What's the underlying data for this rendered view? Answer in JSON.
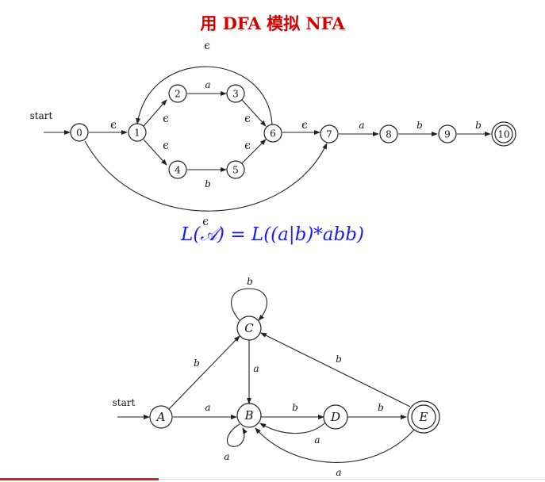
{
  "title": "用 DFA 模拟 NFA",
  "formula": "L(𝒜) = L((a|b)*abb)",
  "nfa": {
    "start_label": "start",
    "eps": "ϵ",
    "states": [
      "0",
      "1",
      "2",
      "3",
      "4",
      "5",
      "6",
      "7",
      "8",
      "9",
      "10"
    ],
    "edge_labels": {
      "a": "a",
      "b": "b"
    }
  },
  "dfa": {
    "start_label": "start",
    "states": [
      "A",
      "B",
      "C",
      "D",
      "E"
    ],
    "edge_labels": {
      "a": "a",
      "b": "b"
    }
  },
  "colors": {
    "title": "#d40000",
    "formula": "#1a1aff"
  }
}
